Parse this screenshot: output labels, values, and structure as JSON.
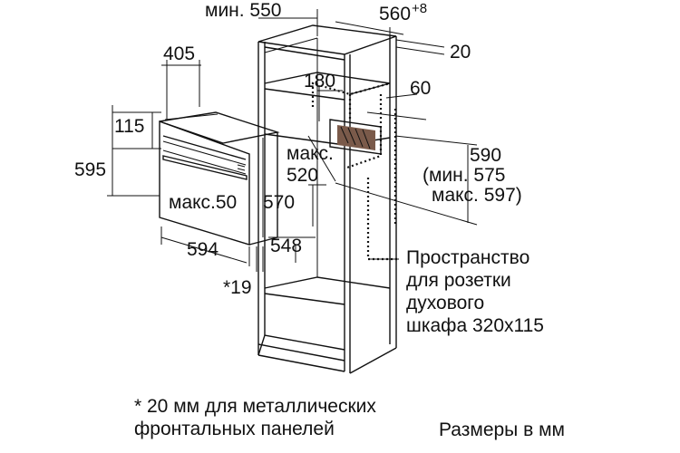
{
  "dimensions": {
    "min_550": "мин. 550",
    "depth_560": "560",
    "depth_560_sup": "+8",
    "d_20": "20",
    "d_405": "405",
    "d_180": "180",
    "d_60": "60",
    "d_115": "115",
    "max_label": "макс.",
    "d_520": "520",
    "d_595": "595",
    "d_590": "590",
    "min_575": "(мин. 575",
    "max_597": "макс. 597)",
    "max_50": "макс.50",
    "d_570": "570",
    "d_594": "594",
    "d_548": "548",
    "star_19": "*19"
  },
  "callouts": {
    "socket_space": [
      "Пространство",
      "для розетки",
      "духового",
      "шкафа 320x115"
    ]
  },
  "notes": {
    "footnote_line1": "* 20 мм для металлических",
    "footnote_line2": "фронтальных панелей",
    "units": "Размеры в мм"
  }
}
